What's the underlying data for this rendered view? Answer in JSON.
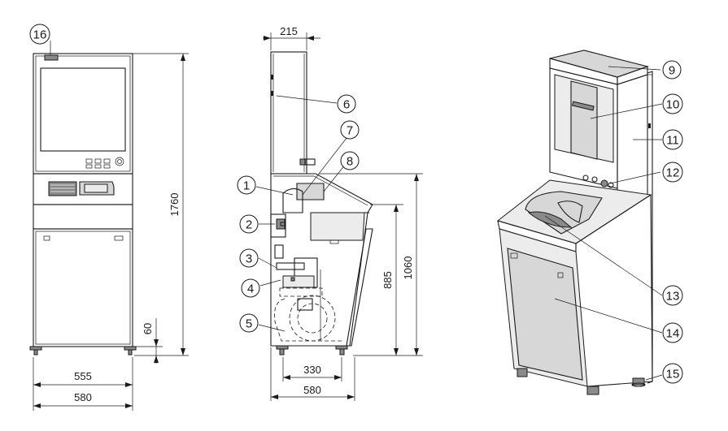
{
  "callouts": [
    "1",
    "2",
    "3",
    "4",
    "5",
    "6",
    "7",
    "8",
    "9",
    "10",
    "11",
    "12",
    "13",
    "14",
    "15",
    "16"
  ],
  "dimensions": {
    "front_width_inner": "555",
    "front_width_outer": "580",
    "front_height": "1760",
    "foot_height": "60",
    "side_top_depth": "215",
    "side_base_depth_inner": "330",
    "side_base_depth_outer": "580",
    "side_counter_height": "885",
    "side_total_height": "1060"
  }
}
